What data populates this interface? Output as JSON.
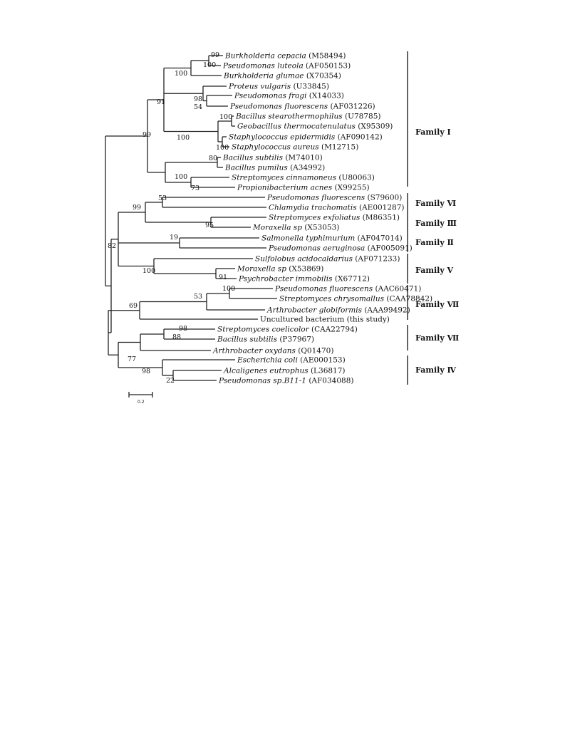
{
  "taxa": [
    {
      "id": "t1",
      "species": "Burkholderia cepacia",
      "acc": "(M58494)"
    },
    {
      "id": "t2",
      "species": "Pseudomonas luteola",
      "acc": "(AF050153)"
    },
    {
      "id": "t3",
      "species": "Burkholderia glumae",
      "acc": "(X70354)"
    },
    {
      "id": "t4",
      "species": "Proteus vulgaris",
      "acc": "(U33845)"
    },
    {
      "id": "t5",
      "species": "Pseudomonas fragi",
      "acc": "(X14033)"
    },
    {
      "id": "t6",
      "species": "Pseudomonas fluorescens",
      "acc": "(AF031226)"
    },
    {
      "id": "t7",
      "species": "Bacillus stearothermophilus",
      "acc": "(U78785)"
    },
    {
      "id": "t8",
      "species": "Geobacillus thermocatenulatus",
      "acc": "(X95309)"
    },
    {
      "id": "t9",
      "species": "Staphylococcus epidermidis",
      "acc": "(AF090142)"
    },
    {
      "id": "t10",
      "species": "Staphylococcus aureus",
      "acc": "(M12715)"
    },
    {
      "id": "t11",
      "species": "Bacillus subtilis",
      "acc": "(M74010)"
    },
    {
      "id": "t12",
      "species": "Bacillus pumilus",
      "acc": "(A34992)"
    },
    {
      "id": "t13",
      "species": "Streptomyces cinnamoneus",
      "acc": "(U80063)"
    },
    {
      "id": "t14",
      "species": "Propionibacterium acnes",
      "acc": "(X99255)"
    },
    {
      "id": "t15",
      "species": "Pseudomonas fluorescens",
      "acc": "(S79600)"
    },
    {
      "id": "t16",
      "species": "Chlamydia trachomatis",
      "acc": "(AE001287)"
    },
    {
      "id": "t17",
      "species": "Streptomyces exfoliatus",
      "acc": "(M86351)"
    },
    {
      "id": "t18",
      "species": "Moraxella sp",
      "acc": "(X53053)"
    },
    {
      "id": "t19",
      "species": "Salmonella typhimurium",
      "acc": "(AF047014)"
    },
    {
      "id": "t20",
      "species": "Pseudomonas aeruginosa",
      "acc": "(AF005091)"
    },
    {
      "id": "t21",
      "species": "Sulfolobus acidocaldarius",
      "acc": "(AF071233)"
    },
    {
      "id": "t22",
      "species": "Moraxella sp",
      "acc": "(X53869)"
    },
    {
      "id": "t23",
      "species": "Psychrobacter immobilis",
      "acc": "(X67712)"
    },
    {
      "id": "t24",
      "species": "Pseudomonas fluorescens",
      "acc": "(AAC60471)"
    },
    {
      "id": "t25",
      "species": "Streptomyces chrysomallus",
      "acc": "(CAA78842)"
    },
    {
      "id": "t26",
      "species": "Arthrobacter globiformis",
      "acc": "(AAA99492)"
    },
    {
      "id": "t27",
      "species": "",
      "acc": "Uncultured bacterium (this study)"
    },
    {
      "id": "t28",
      "species": "Streptomyces coelicolor",
      "acc": "(CAA22794)"
    },
    {
      "id": "t29",
      "species": "Bacillus subtilis",
      "acc": "(P37967)"
    },
    {
      "id": "t30",
      "species": "Arthrobacter oxydans",
      "acc": "(Q01470)"
    },
    {
      "id": "t31",
      "species": "Escherichia coli",
      "acc": "(AE000153)"
    },
    {
      "id": "t32",
      "species": "Alcaligenes eutrophus",
      "acc": "(L36817)"
    },
    {
      "id": "t33",
      "species": "Pseudomonas sp.B11-1",
      "acc": "(AF034088)"
    }
  ],
  "bootstrap": [
    "99",
    "100",
    "100",
    "98",
    "54",
    "91",
    "100",
    "100",
    "99",
    "100",
    "80",
    "100",
    "73",
    "53",
    "99",
    "95",
    "19",
    "82",
    "100",
    "91",
    "100",
    "53",
    "69",
    "98",
    "88",
    "77",
    "98",
    "22"
  ],
  "families": [
    "Family Ⅰ",
    "Family Ⅵ",
    "Family Ⅲ",
    "Family Ⅱ",
    "Family Ⅴ",
    "Family Ⅶ",
    "Family Ⅶ",
    "Family Ⅳ"
  ],
  "scale_label": "0.2"
}
